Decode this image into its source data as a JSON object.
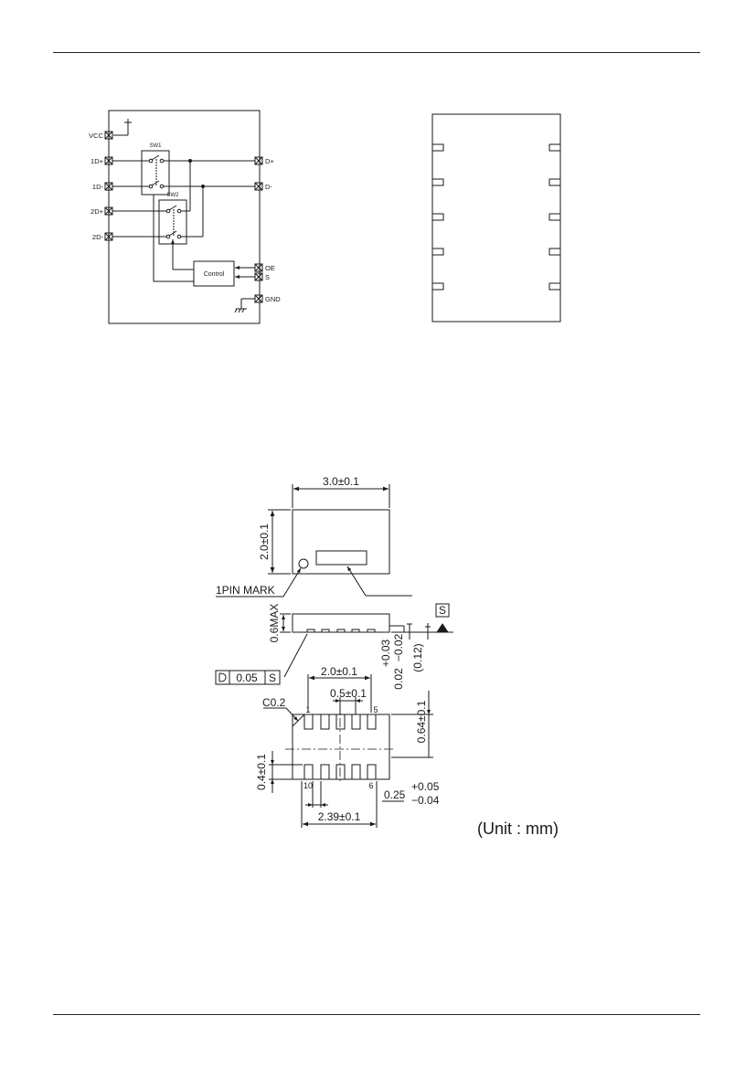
{
  "block_diagram": {
    "pins_left": [
      "VCC",
      "1D+",
      "1D-",
      "2D+",
      "2D-"
    ],
    "pins_right": [
      "D+",
      "D-",
      "OE",
      "S",
      "GND"
    ],
    "switch_labels": [
      "SW1",
      "SW2"
    ],
    "control_label": "Control"
  },
  "package_drawing": {
    "width_dim": "3.0±0.1",
    "height_dim": "2.0±0.1",
    "pin_mark_label": "1PIN MARK",
    "max_height_dim": "0.6MAX",
    "datum_label": "S",
    "standoff_dim": "(0.12)",
    "thickness_dim": "0.02",
    "thickness_tol_upper": "+0.03",
    "thickness_tol_lower": "−0.02",
    "flatness_value": "0.05",
    "flatness_datum": "S",
    "pad_span_dim": "2.0±0.1",
    "pitch_dim": "0.5±0.1",
    "chamfer_label": "C0.2",
    "pin_labels": {
      "p1": "1",
      "p5": "5",
      "p10": "10",
      "p6": "6"
    },
    "pad_length_dim": "0.64±0.1",
    "pad_width_dim": "0.4±0.1",
    "lead_width": "0.25",
    "lead_tol_upper": "+0.05",
    "lead_tol_lower": "−0.04",
    "body_dim": "2.39±0.1"
  },
  "unit_note": "(Unit : mm)"
}
